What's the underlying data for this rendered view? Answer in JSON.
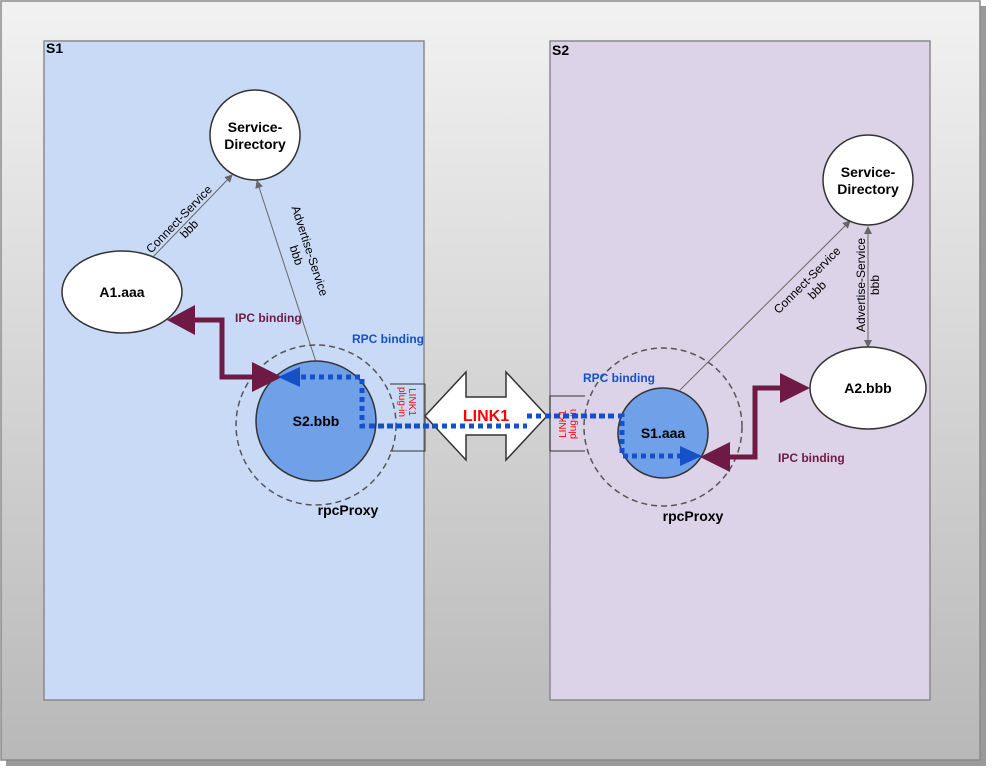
{
  "colors": {
    "s1_fill": "#c9daf7",
    "s2_fill": "#dcd3e8",
    "ipc": "#6f1a44",
    "rpc": "#1650c8",
    "proxy_node": "#6fa0e8",
    "link_text": "#ff0000"
  },
  "s1": {
    "title": "S1",
    "service_directory": {
      "line1": "Service-",
      "line2": "Directory"
    },
    "client": "A1.aaa",
    "proxy_node": "S2.bbb",
    "proxy_label": "rpcProxy",
    "connect_label": {
      "line1": "Connect-Service",
      "line2": "bbb"
    },
    "advertise_label": {
      "line1": "Advertise-Service",
      "line2": "bbb"
    },
    "ipc_binding": "IPC binding",
    "rpc_binding": "RPC binding",
    "plugin": {
      "line1": "LINK1",
      "line2": "plug-in"
    }
  },
  "s2": {
    "title": "S2",
    "service_directory": {
      "line1": "Service-",
      "line2": "Directory"
    },
    "server": "A2.bbb",
    "proxy_node": "S1.aaa",
    "proxy_label": "rpcProxy",
    "connect_label": {
      "line1": "Connect-Service",
      "line2": "bbb"
    },
    "advertise_label": {
      "line1": "Advertise-Service",
      "line2": "bbb"
    },
    "ipc_binding": "IPC binding",
    "rpc_binding": "RPC binding",
    "plugin": {
      "line1": "LINK1",
      "line2": "plug-in"
    }
  },
  "link": {
    "label": "LINK1"
  }
}
